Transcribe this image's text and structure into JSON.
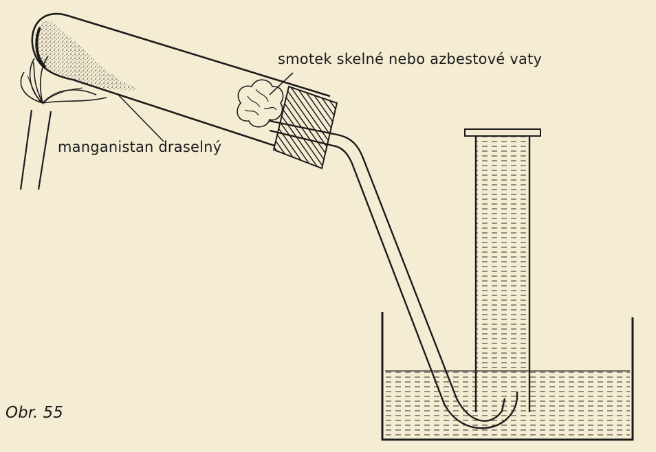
{
  "figure": {
    "caption": "Obr. 55",
    "labels": {
      "glass_wool": "smotek skelné nebo azbestové vaty",
      "permanganate": "manganistan draselný"
    }
  },
  "colors": {
    "paper": "#f4ecd3",
    "ink": "#1b1b1b",
    "water_lines": "#2a2a2a"
  }
}
